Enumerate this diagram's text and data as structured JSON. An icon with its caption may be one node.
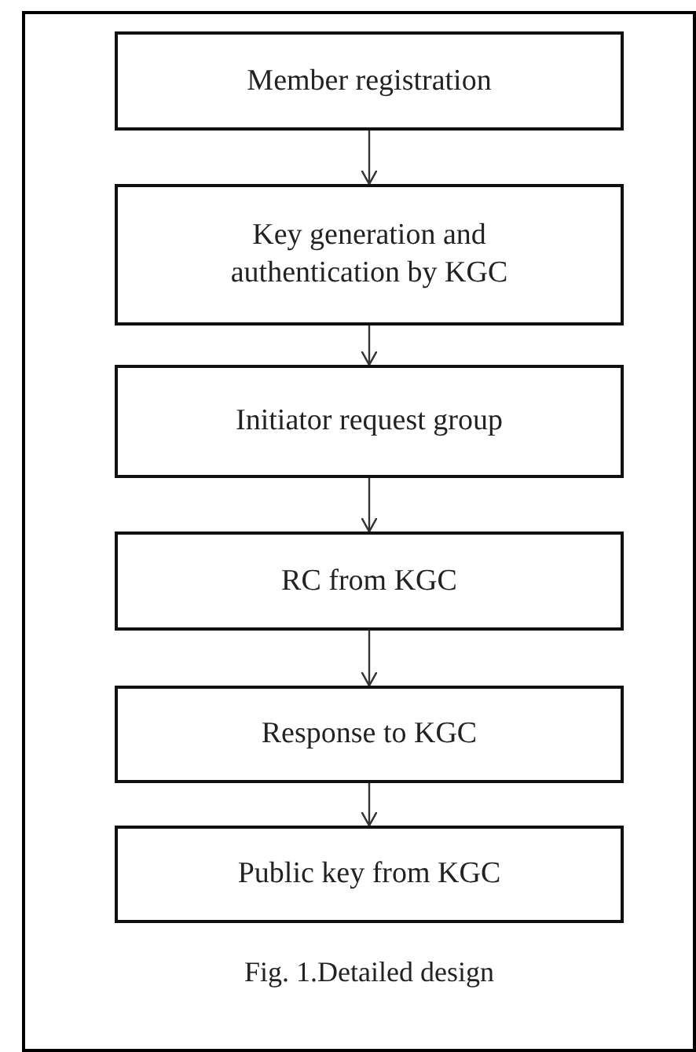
{
  "diagram": {
    "caption": "Fig. 1.Detailed design",
    "nodes": [
      {
        "text": [
          "Member registration"
        ]
      },
      {
        "text": [
          "Key generation and authentication by KGC"
        ]
      },
      {
        "text": [
          "Initiator request group"
        ]
      },
      {
        "text": [
          "RC from KGC"
        ]
      },
      {
        "text": [
          "Response to KGC"
        ]
      },
      {
        "text": [
          "Public key from KGC"
        ]
      }
    ],
    "edges": [
      {
        "from": 0,
        "to": 1,
        "arrow": "to"
      },
      {
        "from": 1,
        "to": 2,
        "arrow": "to"
      },
      {
        "from": 2,
        "to": 3,
        "arrow": "to"
      },
      {
        "from": 3,
        "to": 4,
        "arrow": "to"
      },
      {
        "from": 4,
        "to": 5,
        "arrow": "to"
      }
    ]
  }
}
